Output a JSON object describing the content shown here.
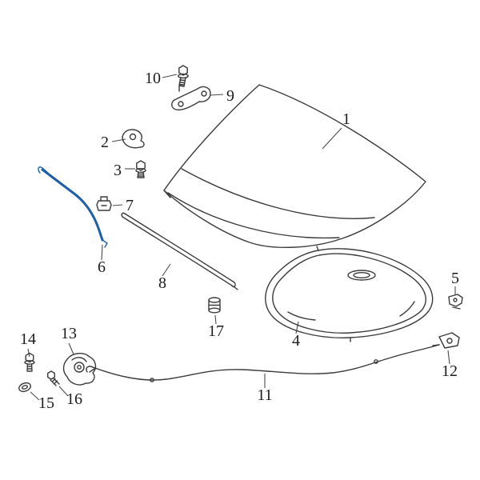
{
  "diagram": {
    "description": "Exploded parts diagram of vehicle hood assembly",
    "background": "#ffffff",
    "line_color": "#3b3b3b",
    "label_color": "#1c1c1c",
    "highlight_color": "#1f5fa8",
    "parts": [
      {
        "number": "1",
        "highlighted": false
      },
      {
        "number": "2",
        "highlighted": false
      },
      {
        "number": "3",
        "highlighted": false
      },
      {
        "number": "4",
        "highlighted": false
      },
      {
        "number": "5",
        "highlighted": false
      },
      {
        "number": "6",
        "highlighted": true
      },
      {
        "number": "7",
        "highlighted": false
      },
      {
        "number": "8",
        "highlighted": false
      },
      {
        "number": "9",
        "highlighted": false
      },
      {
        "number": "10",
        "highlighted": false
      },
      {
        "number": "11",
        "highlighted": false
      },
      {
        "number": "12",
        "highlighted": false
      },
      {
        "number": "13",
        "highlighted": false
      },
      {
        "number": "14",
        "highlighted": false
      },
      {
        "number": "15",
        "highlighted": false
      },
      {
        "number": "16",
        "highlighted": false
      },
      {
        "number": "17",
        "highlighted": false
      }
    ]
  }
}
